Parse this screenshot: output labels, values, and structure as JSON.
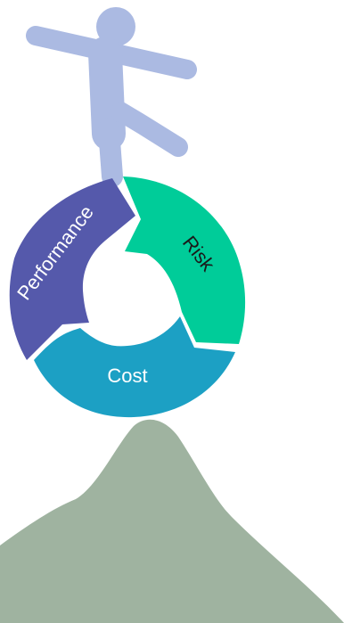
{
  "diagram": {
    "segments": [
      {
        "id": "performance",
        "label": "Performance",
        "color": "#5559ab",
        "text_color": "#ffffff"
      },
      {
        "id": "risk",
        "label": "Risk",
        "color": "#00cc99",
        "text_color": "#1a1a1a"
      },
      {
        "id": "cost",
        "label": "Cost",
        "color": "#1ca0c4",
        "text_color": "#ffffff"
      }
    ],
    "figure_color": "#abbae2",
    "mountain_color": "#9fb3a0"
  }
}
